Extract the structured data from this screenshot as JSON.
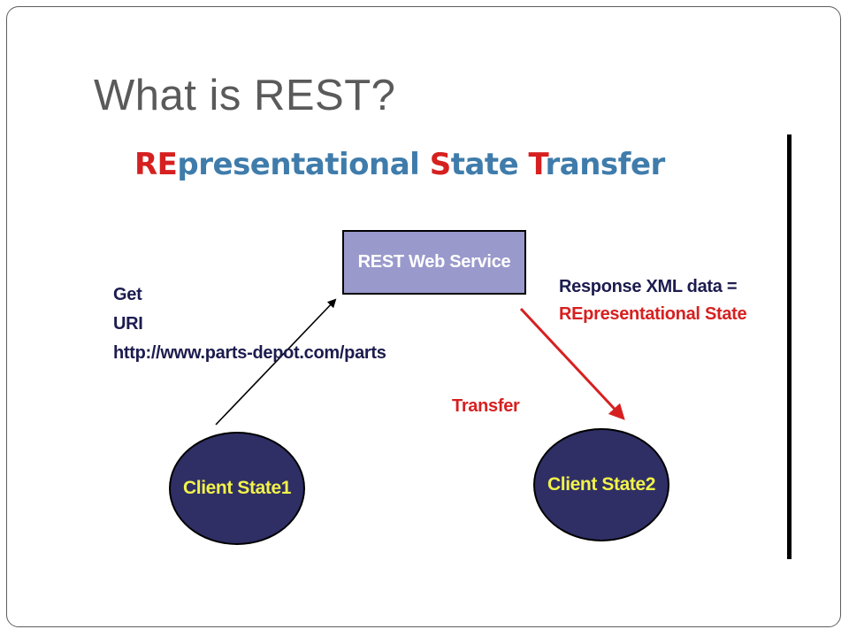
{
  "slide": {
    "title": "What is REST?"
  },
  "subtitle": {
    "part1_hl": "RE",
    "part1": "presentational ",
    "part2_hl": "S",
    "part2": "tate ",
    "part3_hl": "T",
    "part3": "ransfer"
  },
  "diagram": {
    "service_label": "REST Web Service",
    "request_lines": [
      "Get",
      "URI",
      "http://www.parts-depot.com/parts"
    ],
    "response_lines": [
      "Response XML data =",
      "REpresentational State"
    ],
    "transfer_label": "Transfer",
    "client1_label": "Client State1",
    "client2_label": "Client State2"
  },
  "colors": {
    "title": "#5a5a5a",
    "subtitle_blue": "#3f7cab",
    "highlight_red": "#d62020",
    "service_box": "#9999cc",
    "client_fill": "#2f2f66",
    "client_text": "#f2f24a",
    "label_navy": "#1c1c4f"
  }
}
